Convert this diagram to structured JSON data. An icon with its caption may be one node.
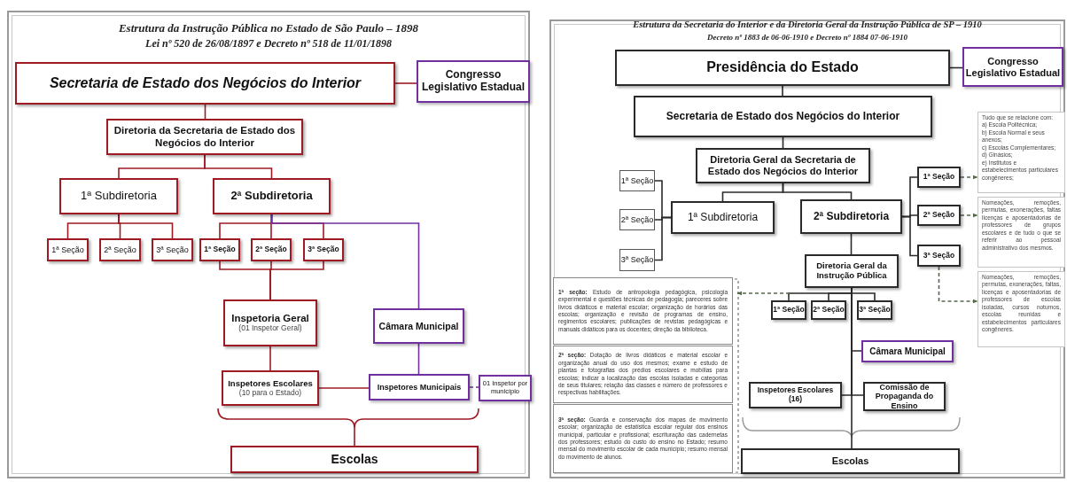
{
  "diagram": {
    "nodes": [
      {
        "text": [
          "Secretaria de Estado dos Negócios do Interior"
        ]
      },
      {
        "text": [
          "Congresso Legislativo Estadual"
        ]
      },
      {
        "text": [
          "Diretoria da Secretaria de Estado dos Negócios do Interior"
        ]
      },
      {
        "text": [
          "1ª Subdiretoria"
        ]
      },
      {
        "text": [
          "2ª Subdiretoria"
        ]
      },
      {
        "text": [
          "1ª Seção"
        ]
      },
      {
        "text": [
          "2ª Seção"
        ]
      },
      {
        "text": [
          "3ª Seção"
        ]
      },
      {
        "text": [
          "1ª Seção"
        ]
      },
      {
        "text": [
          "2ª Seção"
        ]
      },
      {
        "text": [
          "3ª Seção"
        ]
      },
      {
        "text": [
          "Inspetoria Geral",
          "(01 Inspetor Geral)"
        ]
      },
      {
        "text": [
          "Câmara Municipal"
        ]
      },
      {
        "text": [
          "Inspetores Escolares",
          "(10 para o Estado)"
        ]
      },
      {
        "text": [
          "Inspetores Municipais"
        ]
      },
      {
        "text": [
          "01 Inspetor por município"
        ]
      },
      {
        "text": [
          "Escolas"
        ]
      },
      {
        "text": [
          "Presidência do Estado"
        ]
      },
      {
        "text": [
          "Congresso Legislativo Estadual"
        ]
      },
      {
        "text": [
          "Secretaria de Estado dos Negócios do Interior"
        ]
      },
      {
        "text": [
          "Diretoria Geral da Secretaria de Estado dos Negócios do Interior"
        ]
      },
      {
        "text": [
          "1ª Seção"
        ]
      },
      {
        "text": [
          "2ª Seção"
        ]
      },
      {
        "text": [
          "3ª Seção"
        ]
      },
      {
        "text": [
          "1ª Subdiretoria"
        ]
      },
      {
        "text": [
          "2ª Subdiretoria"
        ]
      },
      {
        "text": [
          "1ª Seção"
        ]
      },
      {
        "text": [
          "2ª Seção"
        ]
      },
      {
        "text": [
          "3ª Seção"
        ]
      },
      {
        "text": [
          "Tudo que se relacione com:",
          "a) Escola Politécnica;",
          "b) Escola Normal e seus anexos;",
          "c) Escolas Complementares;",
          "d) Ginásios;",
          "e) Institutos e estabelecimentos particulares congêneres;"
        ]
      },
      {
        "text": [
          "Nomeações, remoções, permutas, exonerações, faltas licenças e aposentadorias de professores de grupos escolares e de tudo o que se referir ao pessoal administrativo dos mesmos."
        ]
      },
      {
        "text": [
          "Nomeações, remoções, permutas, exonerações, faltas, licenças e aposentadorias de professores de escolas isoladas, cursos noturnos, escolas reunidas e estabelecimentos particulares congêneres."
        ]
      },
      {
        "text": [
          "Diretoria Geral da Instrução Pública"
        ]
      },
      {
        "text": [
          "1ª Seção"
        ]
      },
      {
        "text": [
          "2ª Seção"
        ]
      },
      {
        "text": [
          "3ª Seção"
        ]
      },
      {
        "text": [
          "**1ª seção:** Estudo de antropologia pedagógica, psicologia experimental e questões técnicas de pedagogia; pareceres sobre livros didáticos e material escolar; organização de horários das escolas; organização e revisão de programas de ensino, regimentos escolares; publicações de revistas pedagógicas e manuais didáticos para os docentes; direção da biblioteca."
        ]
      },
      {
        "text": [
          "**2ª seção:** Dotação de livros didáticos e material escolar e organização anual do uso dos mesmos; exame e estudo de plantas e fotografias dos prédios escolares e mobílias para escolas; indicar a localização das escolas isoladas e categorias de seus titulares; relação das classes e número de professores e respectivas habilitações."
        ]
      },
      {
        "text": [
          "**3ª seção:** Guarda e conservação dos mapas de movimento escolar; organização de estatística escolar regular dos ensinos municipal, particular e profissional; escrituração das cadernetas dos professores; estudo do custo do ensino no Estado; resumo mensal do movimento escolar de cada município; resumo mensal do movimento de alunos."
        ]
      },
      {
        "text": [
          "Câmara Municipal"
        ]
      },
      {
        "text": [
          "Inspetores Escolares (16)"
        ]
      },
      {
        "text": [
          "Comissão de Propaganda do Ensino"
        ]
      },
      {
        "text": [
          "Escolas"
        ]
      }
    ],
    "edges": [
      {
        "from": 0,
        "to": 1,
        "arrow": "none",
        "color": "#9e1b24"
      },
      {
        "from": 0,
        "to": 2,
        "arrow": "none",
        "color": "#9e1b24"
      },
      {
        "from": 2,
        "to": 3,
        "arrow": "none",
        "color": "#9e1b24"
      },
      {
        "from": 2,
        "to": 4,
        "arrow": "none",
        "color": "#9e1b24"
      },
      {
        "from": 3,
        "to": 5,
        "arrow": "none",
        "color": "#9e1b24"
      },
      {
        "from": 3,
        "to": 6,
        "arrow": "none",
        "color": "#9e1b24"
      },
      {
        "from": 3,
        "to": 7,
        "arrow": "none",
        "color": "#9e1b24"
      },
      {
        "from": 4,
        "to": 8,
        "arrow": "none",
        "color": "#9e1b24"
      },
      {
        "from": 4,
        "to": 9,
        "arrow": "none",
        "color": "#9e1b24"
      },
      {
        "from": 4,
        "to": 10,
        "arrow": "none",
        "color": "#9e1b24"
      },
      {
        "from": 4,
        "to": 12,
        "arrow": "none",
        "color": "#7030a0"
      },
      {
        "from": 8,
        "to": 11,
        "arrow": "none",
        "color": "#9e1b24"
      },
      {
        "from": 9,
        "to": 11,
        "arrow": "none",
        "color": "#9e1b24"
      },
      {
        "from": 10,
        "to": 11,
        "arrow": "none",
        "color": "#9e1b24"
      },
      {
        "from": 11,
        "to": 13,
        "arrow": "none",
        "color": "#9e1b24"
      },
      {
        "from": 12,
        "to": 14,
        "arrow": "none",
        "color": "#7030a0"
      },
      {
        "from": 13,
        "to": 14,
        "arrow": "none",
        "color": "#9e1b24"
      },
      {
        "from": 14,
        "to": 15,
        "arrow": "none",
        "style": "dashed",
        "color": "#7030a0"
      },
      {
        "from": 17,
        "to": 18,
        "arrow": "none"
      },
      {
        "from": 17,
        "to": 19,
        "arrow": "none"
      },
      {
        "from": 19,
        "to": 20,
        "arrow": "none"
      },
      {
        "from": 20,
        "to": 24,
        "arrow": "none"
      },
      {
        "from": 20,
        "to": 25,
        "arrow": "none"
      },
      {
        "from": 24,
        "to": 21,
        "arrow": "none"
      },
      {
        "from": 24,
        "to": 22,
        "arrow": "none"
      },
      {
        "from": 24,
        "to": 23,
        "arrow": "none"
      },
      {
        "from": 25,
        "to": 26,
        "arrow": "none"
      },
      {
        "from": 25,
        "to": 27,
        "arrow": "none"
      },
      {
        "from": 25,
        "to": 28,
        "arrow": "none"
      },
      {
        "from": 26,
        "to": 29,
        "arrow": "to",
        "style": "dashed",
        "color": "#56684a"
      },
      {
        "from": 27,
        "to": 30,
        "arrow": "to",
        "style": "dashed",
        "color": "#56684a"
      },
      {
        "from": 28,
        "to": 31,
        "arrow": "to",
        "style": "dashed",
        "color": "#56684a"
      },
      {
        "from": 25,
        "to": 32,
        "arrow": "none"
      },
      {
        "from": 32,
        "to": 33,
        "arrow": "none"
      },
      {
        "from": 32,
        "to": 34,
        "arrow": "none"
      },
      {
        "from": 32,
        "to": 35,
        "arrow": "none"
      },
      {
        "from": 33,
        "to": 36,
        "arrow": "to",
        "style": "dashed",
        "color": "#56684a"
      },
      {
        "from": 32,
        "to": 39,
        "arrow": "none"
      },
      {
        "from": 32,
        "to": 40,
        "arrow": "none"
      },
      {
        "from": 32,
        "to": 41,
        "arrow": "none"
      },
      {
        "from": 32,
        "to": 42,
        "arrow": "none"
      }
    ],
    "labels": [
      "Estrutura da Instrução Pública no Estado de São Paulo – 1898",
      "Lei nº 520 de 26/08/1897 e Decreto nº 518 de 11/01/1898",
      "Estrutura da Secretaria do Interior e da Diretoria Geral da Instrução Pública de SP – 1910",
      "Decreto nº 1883 de 06-06-1910 e Decreto nº 1884 07-06-1910"
    ]
  }
}
